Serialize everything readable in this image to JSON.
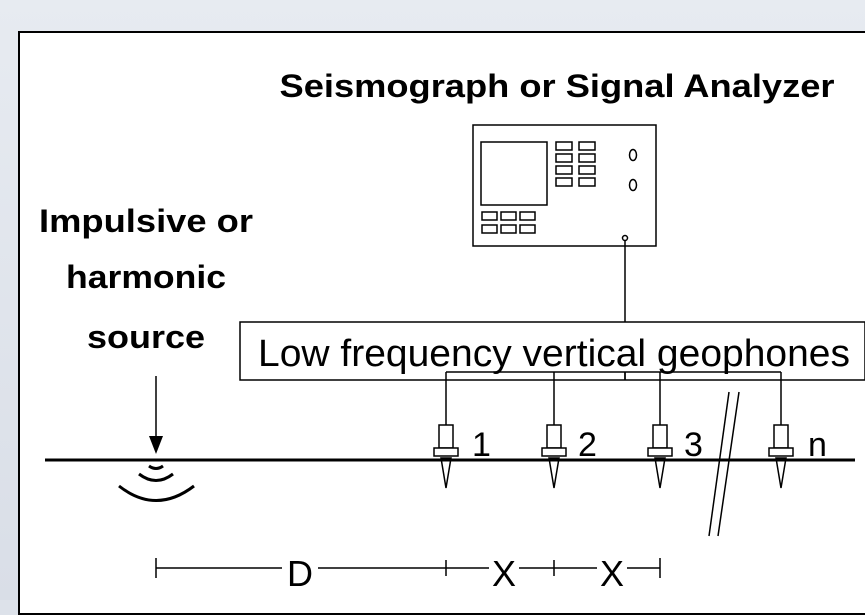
{
  "diagram": {
    "analyzer_title": "Seismograph or Signal Analyzer",
    "source_label_lines": [
      "Impulsive or",
      "harmonic",
      "source"
    ],
    "geophone_box_label": "Low frequency vertical geophones",
    "geophones": [
      {
        "label": "1"
      },
      {
        "label": "2"
      },
      {
        "label": "3"
      },
      {
        "label": "n"
      }
    ],
    "distance_labels": {
      "source_to_first": "D",
      "spacing_1": "X",
      "spacing_2": "X"
    }
  }
}
